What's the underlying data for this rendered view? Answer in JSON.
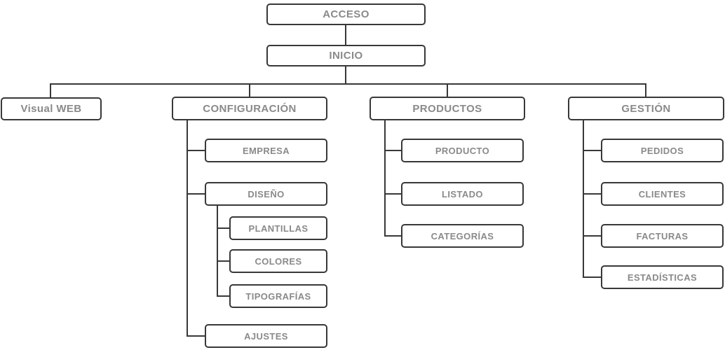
{
  "colors": {
    "background": "#ffffff",
    "node_border": "#383838",
    "node_text": "#8a8a8a",
    "connector": "#383838"
  },
  "tree": {
    "label": "ACCESO",
    "children": [
      {
        "label": "INICIO",
        "children": [
          {
            "label": "Visual WEB",
            "children": []
          },
          {
            "label": "CONFIGURACIÓN",
            "children": [
              {
                "label": "EMPRESA",
                "children": []
              },
              {
                "label": "DISEÑO",
                "children": [
                  {
                    "label": "PLANTILLAS",
                    "children": []
                  },
                  {
                    "label": "COLORES",
                    "children": []
                  },
                  {
                    "label": "TIPOGRAFÍAS",
                    "children": []
                  }
                ]
              },
              {
                "label": "AJUSTES",
                "children": []
              }
            ]
          },
          {
            "label": "PRODUCTOS",
            "children": [
              {
                "label": "PRODUCTO",
                "children": []
              },
              {
                "label": "LISTADO",
                "children": []
              },
              {
                "label": "CATEGORÍAS",
                "children": []
              }
            ]
          },
          {
            "label": "GESTIÓN",
            "children": [
              {
                "label": "PEDIDOS",
                "children": []
              },
              {
                "label": "CLIENTES",
                "children": []
              },
              {
                "label": "FACTURAS",
                "children": []
              },
              {
                "label": "ESTADÍSTICAS",
                "children": []
              }
            ]
          }
        ]
      }
    ]
  }
}
